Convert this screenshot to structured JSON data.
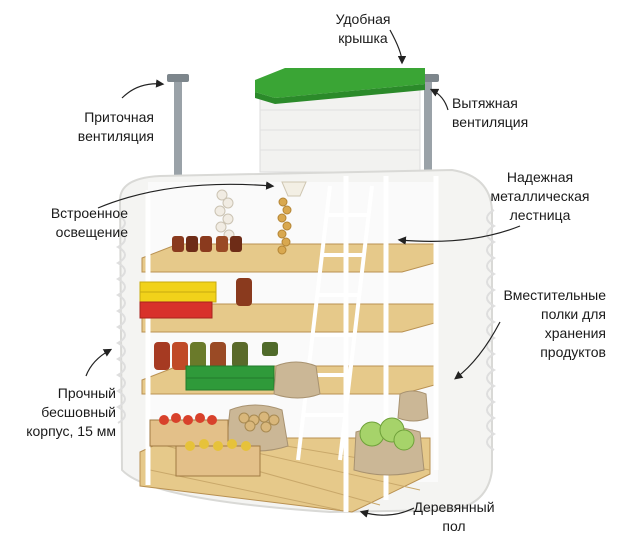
{
  "labels": {
    "lid": [
      "Удобная",
      "крышка"
    ],
    "supply_vent": [
      "Приточная",
      "вентиляция"
    ],
    "exhaust_vent": [
      "Вытяжная",
      "вентиляция"
    ],
    "lighting": [
      "Встроенное",
      "освещение"
    ],
    "ladder": [
      "Надежная",
      "металлическая",
      "лестница"
    ],
    "shelves": [
      "Вместительные",
      "полки для",
      "хранения",
      "продуктов"
    ],
    "body": [
      "Прочный",
      "бесшовный",
      "корпус, 15 мм"
    ],
    "floor": [
      "Деревянный",
      "пол"
    ]
  },
  "colors": {
    "lid": "#3aa535",
    "wood": "#e6c98a",
    "wood_edge": "#b99152",
    "shell": "#f4f4f2",
    "frame": "#ffffff",
    "crate_yellow": "#f1d21a",
    "crate_red": "#d8312b",
    "crate_green": "#2f9a3a",
    "jar": "#8a3a1e",
    "pipe": "#9aa2a8"
  }
}
